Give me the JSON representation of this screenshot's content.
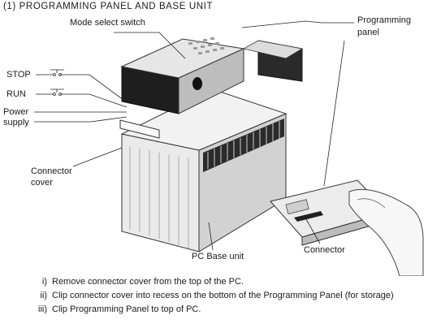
{
  "section_title": "(1)  PROGRAMMING PANEL AND BASE UNIT",
  "labels": {
    "mode_select_switch": "Mode select switch",
    "programming_panel_1": "Programming",
    "programming_panel_2": "panel",
    "stop": "STOP",
    "run": "RUN",
    "power_1": "Power",
    "power_2": "supply",
    "connector_cover_1": "Connector",
    "connector_cover_2": "cover",
    "connector": "Connector",
    "pc_base_unit": "PC Base unit"
  },
  "steps": [
    {
      "num": "i)",
      "text": "Remove connector cover from the top of the PC."
    },
    {
      "num": "ii)",
      "text": "Clip connector cover into recess on the bottom of the Programming Panel (for storage)"
    },
    {
      "num": "iii)",
      "text": "Clip Programming Panel to top of PC."
    }
  ]
}
